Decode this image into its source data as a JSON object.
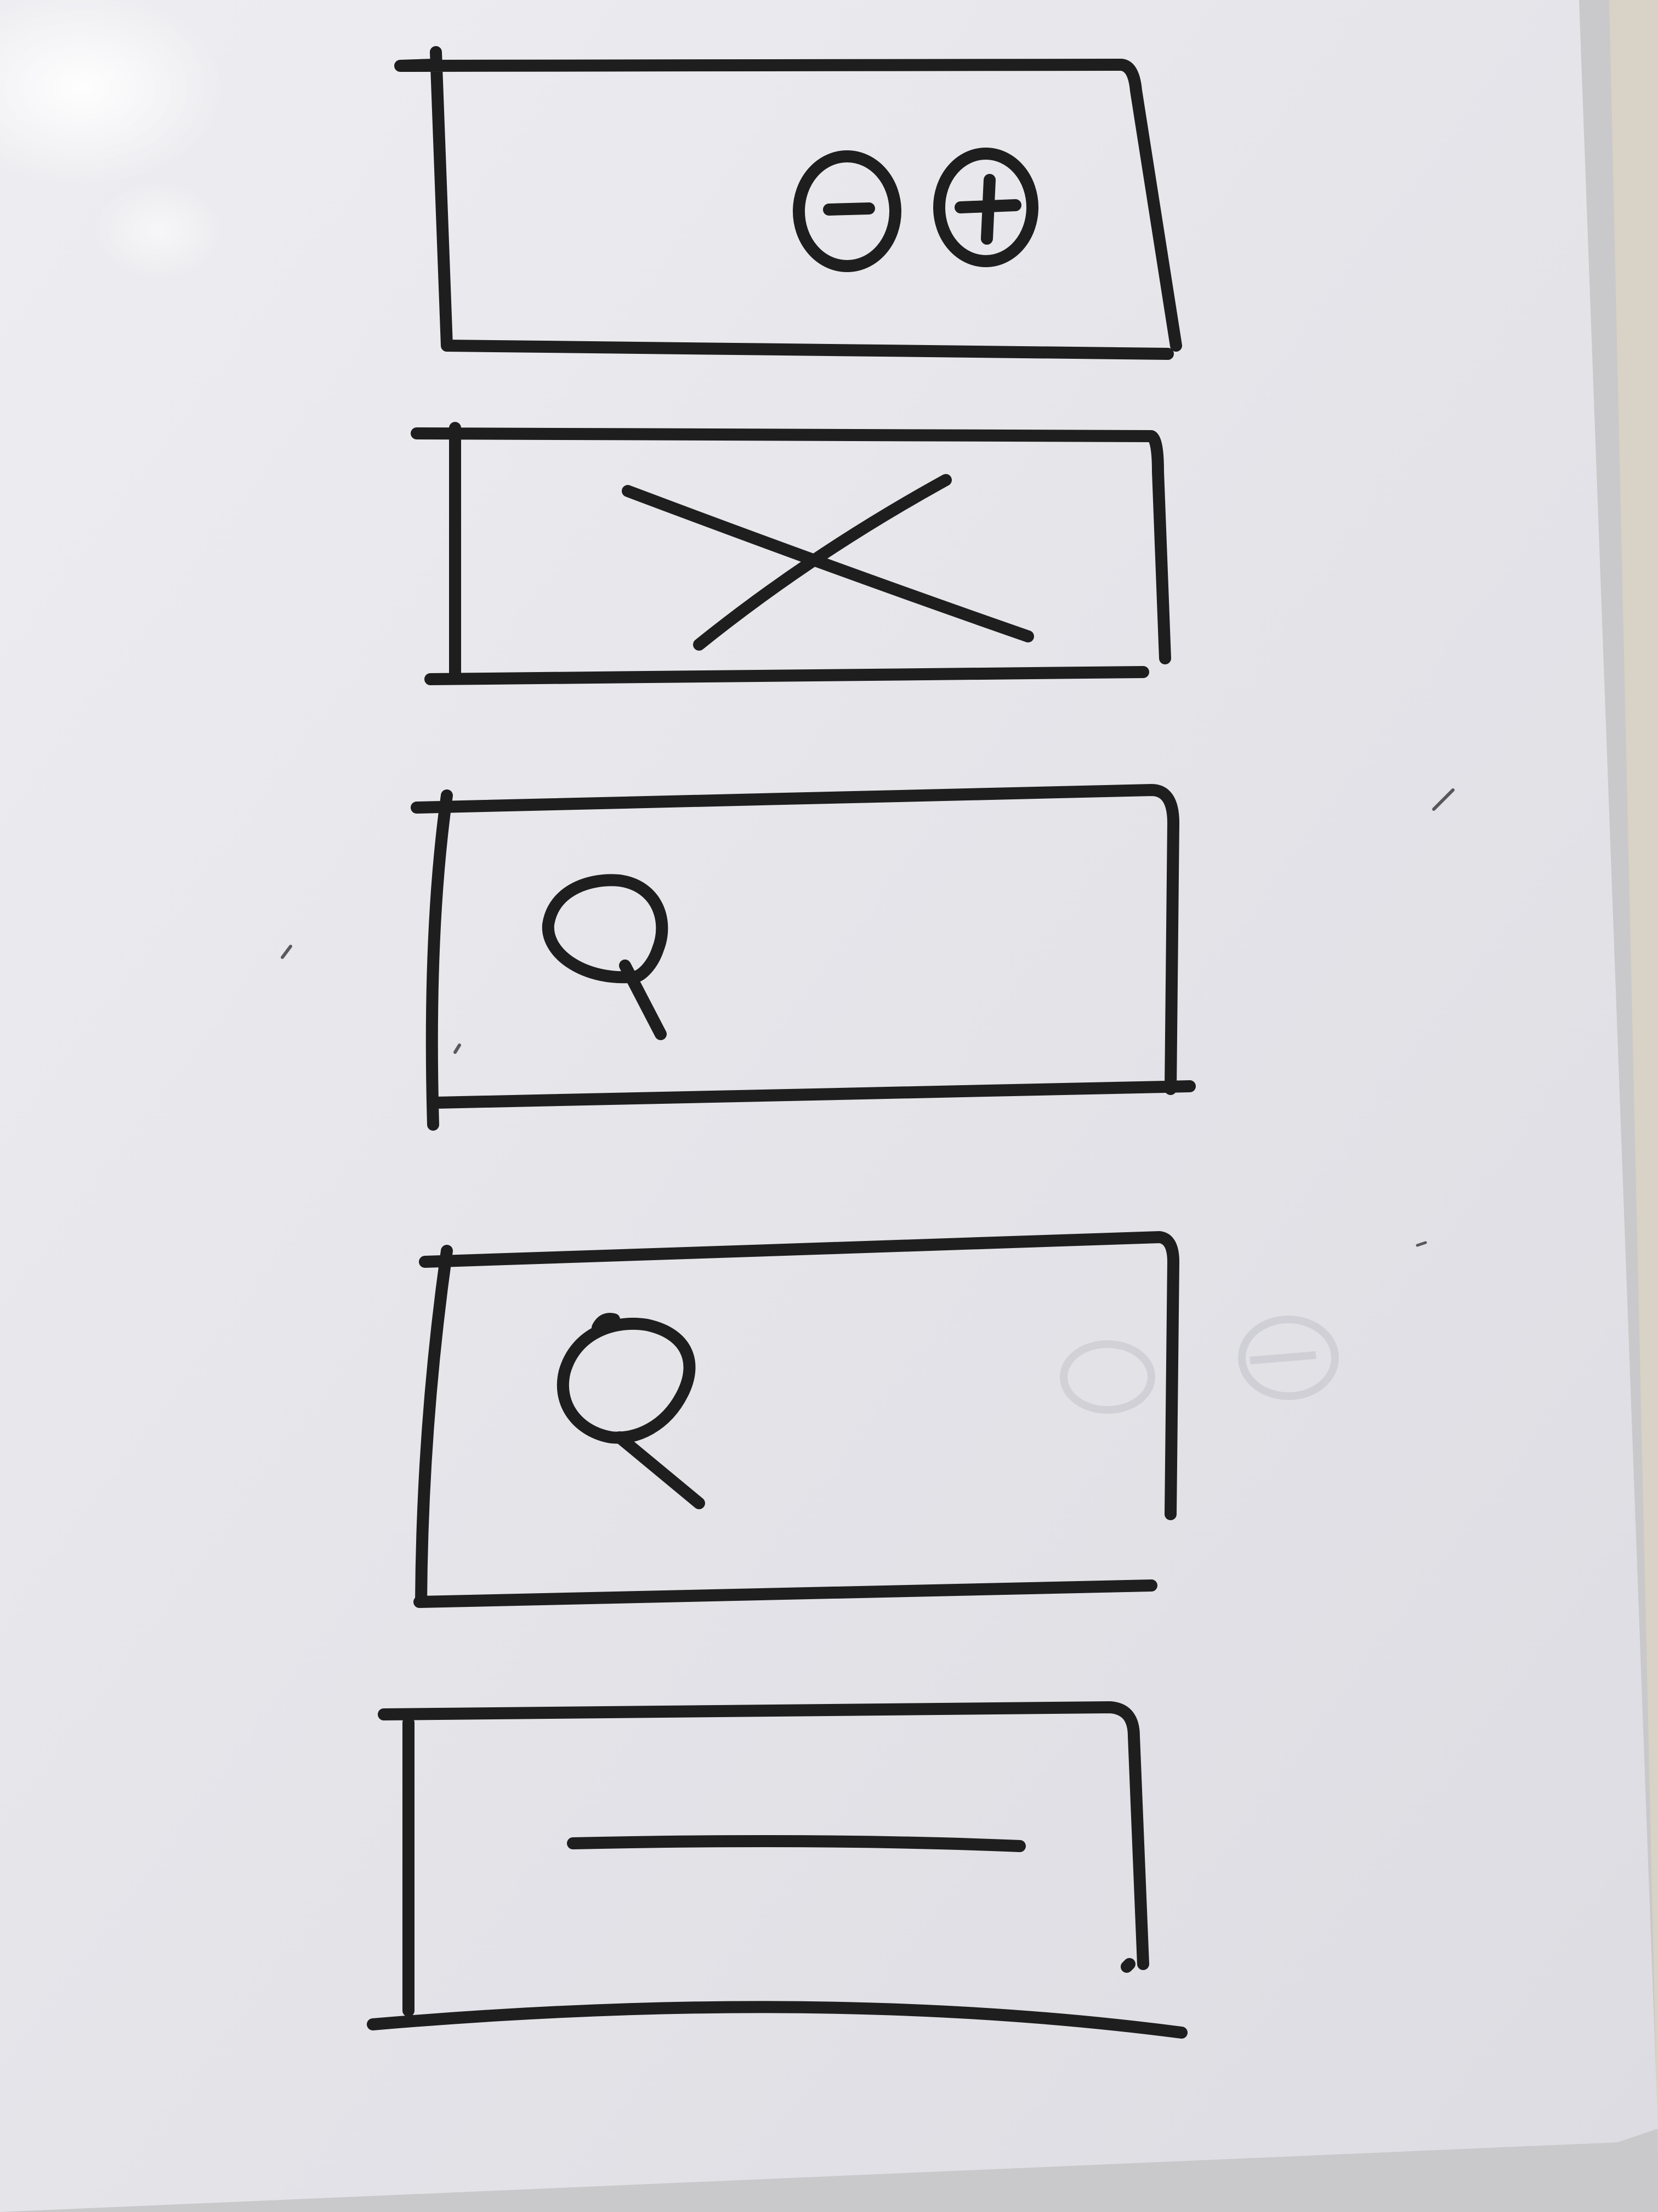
{
  "colors": {
    "board_surface": "#e4e4e9",
    "board_frame": "#c9c9cc",
    "wall": "#d9d2c6",
    "marker_ink": "#1e1e1e"
  },
  "sketch": {
    "widgets": [
      {
        "kind": "zoom-controls",
        "icons": [
          "zoom-out-icon",
          "zoom-in-icon"
        ]
      },
      {
        "kind": "image-placeholder",
        "icons": [
          "cross-placeholder-icon"
        ]
      },
      {
        "kind": "search-field",
        "icons": [
          "search-icon"
        ]
      },
      {
        "kind": "search-field-large",
        "icons": [
          "search-icon"
        ]
      },
      {
        "kind": "text-field",
        "icons": [
          "line-icon"
        ]
      }
    ]
  }
}
